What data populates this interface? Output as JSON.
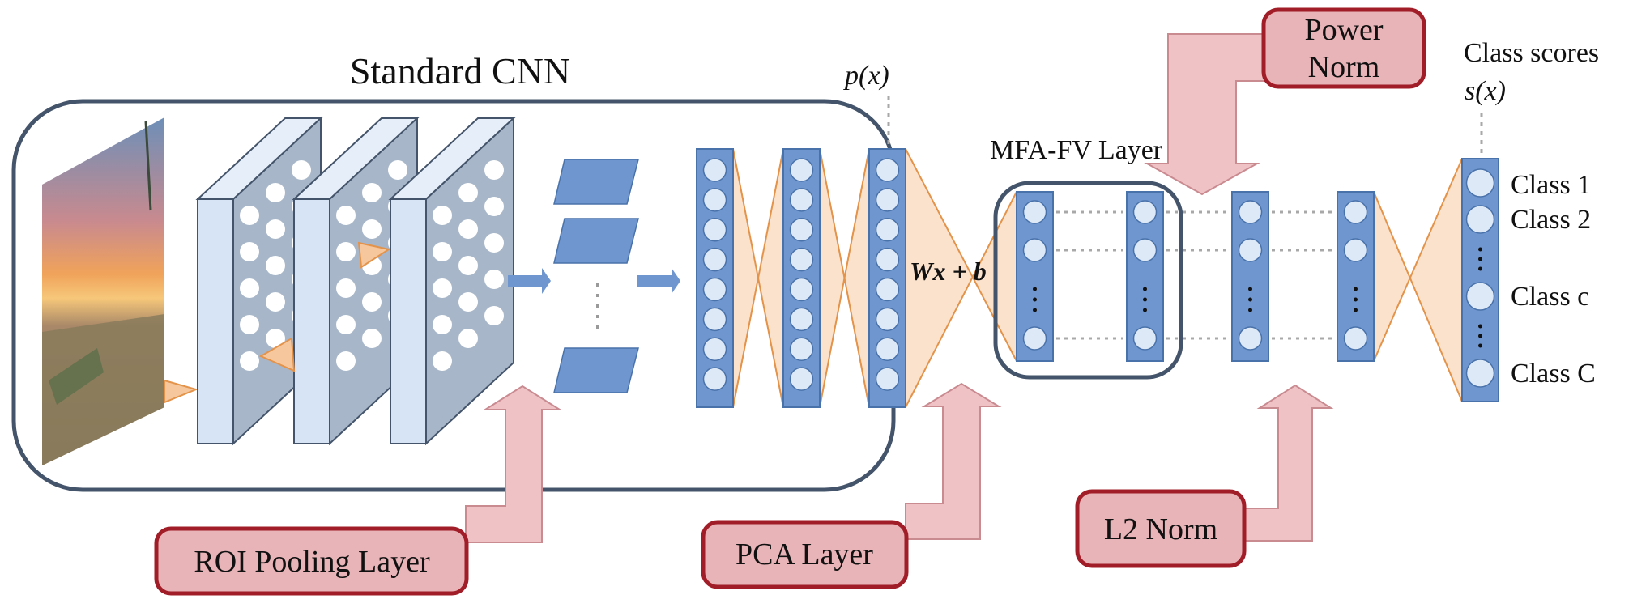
{
  "title": "Standard CNN",
  "labels": {
    "p_x": "p(x)",
    "mfa": "MFA-FV Layer",
    "class_scores": "Class scores",
    "s_x": "s(x)",
    "wx_b": "Wx + b"
  },
  "class_labels": [
    "Class 1",
    "Class 2",
    "Class c",
    "Class C"
  ],
  "callouts": {
    "power": [
      "Power",
      "Norm"
    ],
    "roi": "ROI Pooling Layer",
    "pca": "PCA Layer",
    "l2": "L2 Norm"
  },
  "colors": {
    "outline": "#44546a",
    "slab_front": "#d6e4f5",
    "slab_side": "#a8b6c9",
    "neuron_bar": "#6f96cf",
    "neuron_fill": "#dde9f7",
    "connection": "#e4934a",
    "connection_fill": "#fbe2cc",
    "callout_fill": "#e8b4b8",
    "callout_border": "#a11d27",
    "arrow_fill": "#efc2c6",
    "arrow_stroke": "#c98a90",
    "dotted": "#a8a8a8"
  }
}
